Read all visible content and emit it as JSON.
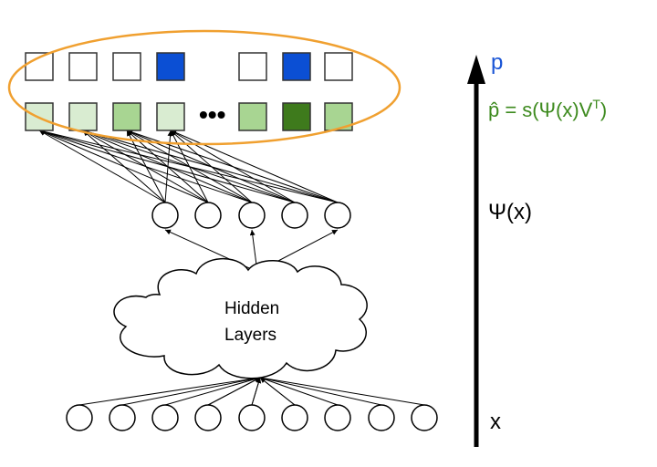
{
  "colors": {
    "blue": "#0b4fd4",
    "ellipse": "#f0a030",
    "green_light": "#d9ecd1",
    "green_mid": "#a8d592",
    "green_dark": "#3e7a1c",
    "label_blue": "#1a55d6",
    "label_green": "#3d8a1e"
  },
  "ellipsis_glyph": "•••",
  "output_labels": {
    "top_squares": [
      "empty",
      "empty",
      "empty",
      "blue",
      "empty",
      "blue",
      "empty"
    ],
    "bottom_squares": [
      "light",
      "light",
      "mid",
      "light",
      "mid",
      "dark",
      "mid"
    ]
  },
  "cloud": {
    "line1": "Hidden",
    "line2": "Layers"
  },
  "right_labels": {
    "p": "p",
    "p_hat_prefix": "p̂ = s(Ψ(x)V",
    "p_hat_sup": "T",
    "p_hat_suffix": ")",
    "psi": "Ψ(x)",
    "x": "x"
  },
  "counts_visible": {
    "input_nodes": 9,
    "embedding_nodes": 5
  }
}
